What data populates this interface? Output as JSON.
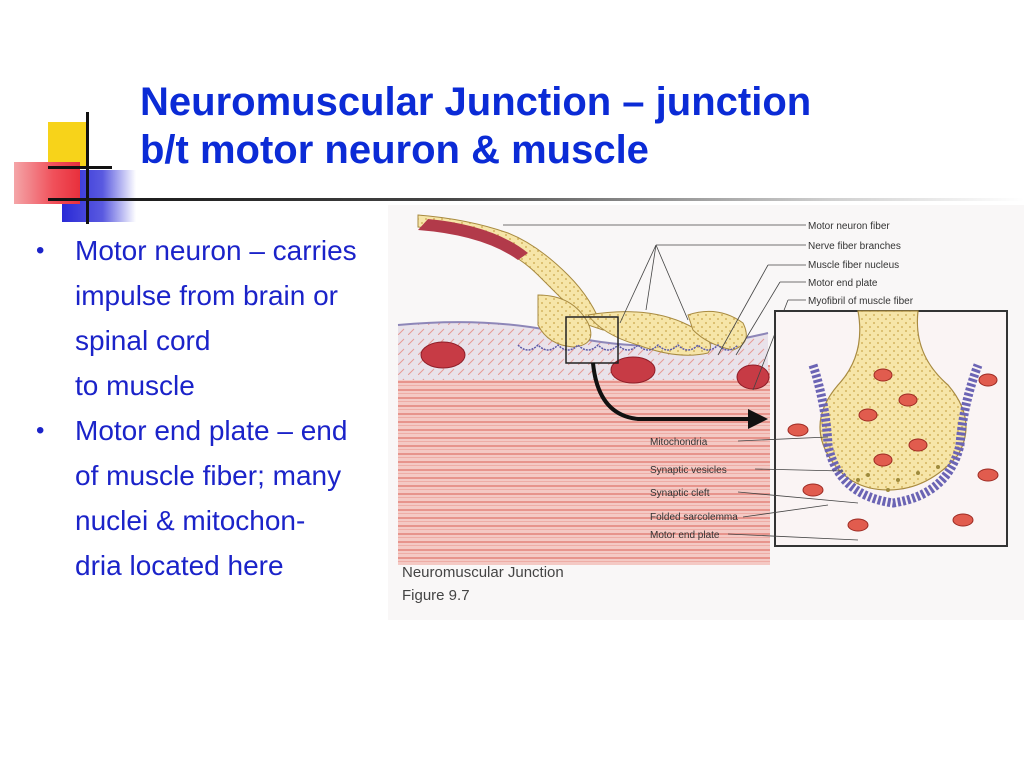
{
  "slide": {
    "title_line1": "Neuromuscular Junction – junction",
    "title_line2": "b/t motor neuron & muscle",
    "bullets": [
      {
        "marker": "•",
        "lines": [
          "Motor neuron – carries",
          "impulse from brain or",
          "spinal cord",
          "to muscle"
        ]
      },
      {
        "marker": "•",
        "lines": [
          "Motor end plate – end",
          "of muscle fiber; many",
          "nuclei & mitochon-",
          "dria located here"
        ]
      }
    ]
  },
  "figure": {
    "labels_top": [
      "Motor neuron fiber",
      "Nerve fiber branches",
      "Muscle fiber nucleus",
      "Motor end plate",
      "Myofibril of muscle fiber"
    ],
    "labels_left": [
      "Mitochondria",
      "Synaptic vesicles",
      "Synaptic cleft",
      "Folded sarcolemma",
      "Motor end plate"
    ],
    "caption_line1": "Neuromuscular Junction",
    "caption_line2": "Figure 9.7"
  },
  "colors": {
    "title": "#0b2bd6",
    "bullet_text": "#1b23c9",
    "deco_yellow": "#f7d31a",
    "deco_blue": "#2a2ad6",
    "deco_red": "#f0505a"
  }
}
